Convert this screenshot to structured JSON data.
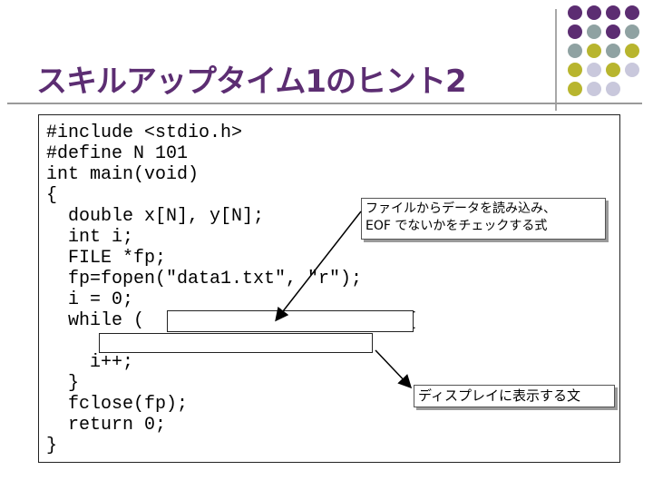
{
  "slide": {
    "title": "スキルアップタイム1のヒント2"
  },
  "code": {
    "lines": [
      "#include <stdio.h>",
      "#define N 101",
      "int main(void)",
      "{",
      "  double x[N], y[N];",
      "  int i;",
      "  FILE *fp;",
      "  fp=fopen(\"data1.txt\", \"r\");",
      "  i = 0;",
      "  while (                      ) {",
      "",
      "    i++;",
      "  }",
      "  fclose(fp);",
      "  return 0;",
      "}"
    ]
  },
  "callouts": {
    "read_check": {
      "line1": "ファイルからデータを読み込み、",
      "line2": "EOF でないかをチェックする式"
    },
    "display": {
      "text": "ディスプレイに表示する文"
    }
  },
  "colors": {
    "title": "#5c2d72",
    "dot_purple": "#5c2d72",
    "dot_teal": "#8fa2a2",
    "dot_olive": "#b8b52e",
    "dot_lavender": "#c9c8dc"
  }
}
